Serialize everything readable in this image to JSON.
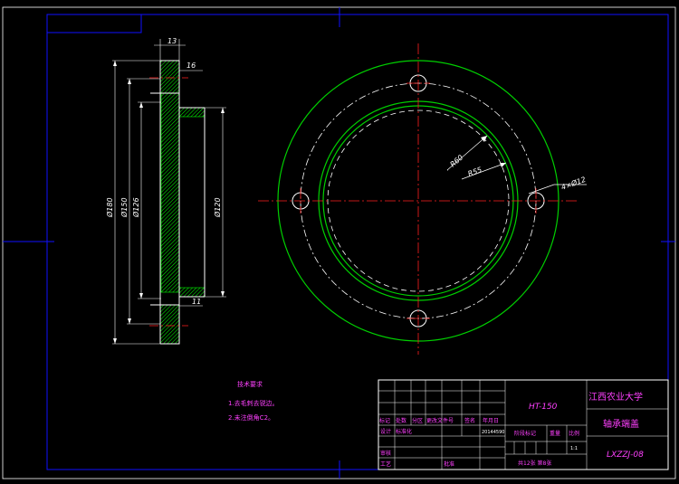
{
  "section_view": {
    "dims": {
      "width_13": "13",
      "width_16": "16",
      "dia_180": "Ø180",
      "dia_150": "Ø150",
      "dia_126": "Ø126",
      "dia_120": "Ø120",
      "width_11": "11"
    }
  },
  "plan_view": {
    "dims": {
      "r60": "R60",
      "r55": "R55",
      "holes": "4×Ø12"
    }
  },
  "notes": {
    "title": "技术要求",
    "line1": "1.去毛刺去锐边。",
    "line2": "2.未注倒角C2。"
  },
  "title_block": {
    "material": "HT-150",
    "school": "江西农业大学",
    "part_name": "轴承端盖",
    "drawing_no": "LXZZJ-08",
    "scale": "1:1",
    "date": "20144590",
    "sheets": "共12张 第8张",
    "labels": {
      "mark": "标记",
      "count": "处数",
      "zone": "分区",
      "change_no": "更改文件号",
      "sign": "签名",
      "ymd": "年月日",
      "design": "设计",
      "standardize": "标准化",
      "stage_mark": "阶段标记",
      "weight": "重量",
      "scale": "比例",
      "review": "审核",
      "process": "工艺",
      "approve": "批准"
    }
  },
  "colors": {
    "frame": "#0000ff",
    "outline": "#ffffff",
    "hatch": "#00ff00",
    "green_circle": "#00c000",
    "center_line": "#ff0000",
    "text_magenta": "#ff40ff"
  }
}
